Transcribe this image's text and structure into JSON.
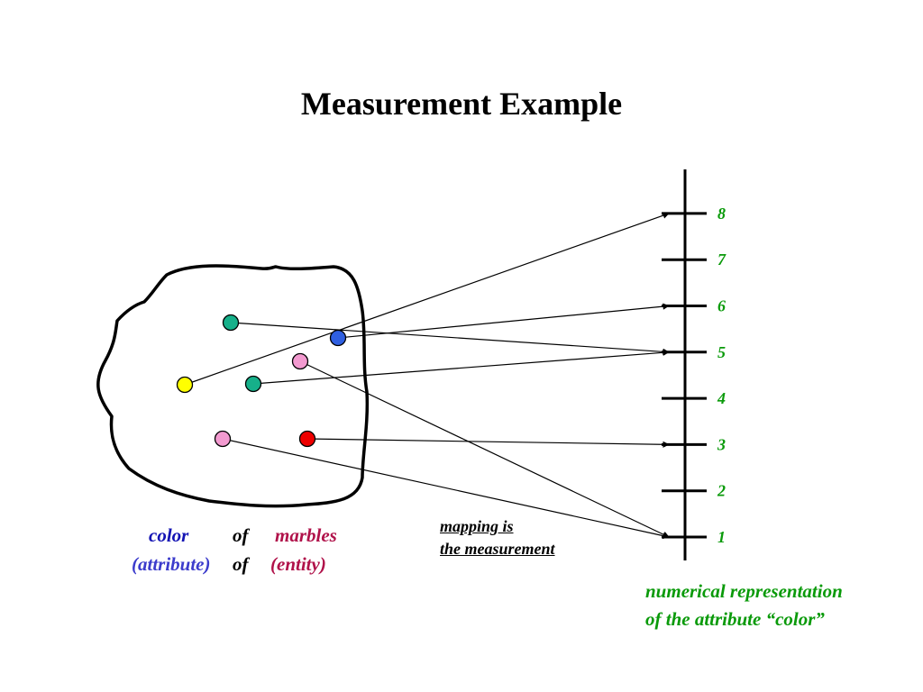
{
  "title": "Measurement Example",
  "attribute_label": {
    "color_word": "color",
    "of_word_1": "of",
    "marbles_word": "marbles",
    "attribute_word": "(attribute)",
    "of_word_2": "of",
    "entity_word": "(entity)"
  },
  "mapping_note": {
    "line1": "mapping is",
    "line2": "the measurement"
  },
  "representation_note": {
    "line1": "numerical representation",
    "line2": "of the attribute “color”"
  },
  "scale": {
    "ticks": [
      "1",
      "2",
      "3",
      "4",
      "5",
      "6",
      "7",
      "8"
    ]
  },
  "marbles": [
    {
      "color": "teal",
      "fill": "#16b08a",
      "maps_to": "5"
    },
    {
      "color": "blue",
      "fill": "#2f5fe0",
      "maps_to": "6"
    },
    {
      "color": "pink",
      "fill": "#f39ad0",
      "maps_to": "1"
    },
    {
      "color": "yellow",
      "fill": "#ffff00",
      "maps_to": "8"
    },
    {
      "color": "teal",
      "fill": "#16b08a",
      "maps_to": "5"
    },
    {
      "color": "pink",
      "fill": "#f39ad0",
      "maps_to": "1"
    },
    {
      "color": "red",
      "fill": "#ee0000",
      "maps_to": "3"
    }
  ],
  "colors": {
    "scale_numbers": "#0a9a0a",
    "color_word": "#1414b4",
    "attribute_word": "#3c3ccc",
    "entity_word": "#b0124a"
  }
}
